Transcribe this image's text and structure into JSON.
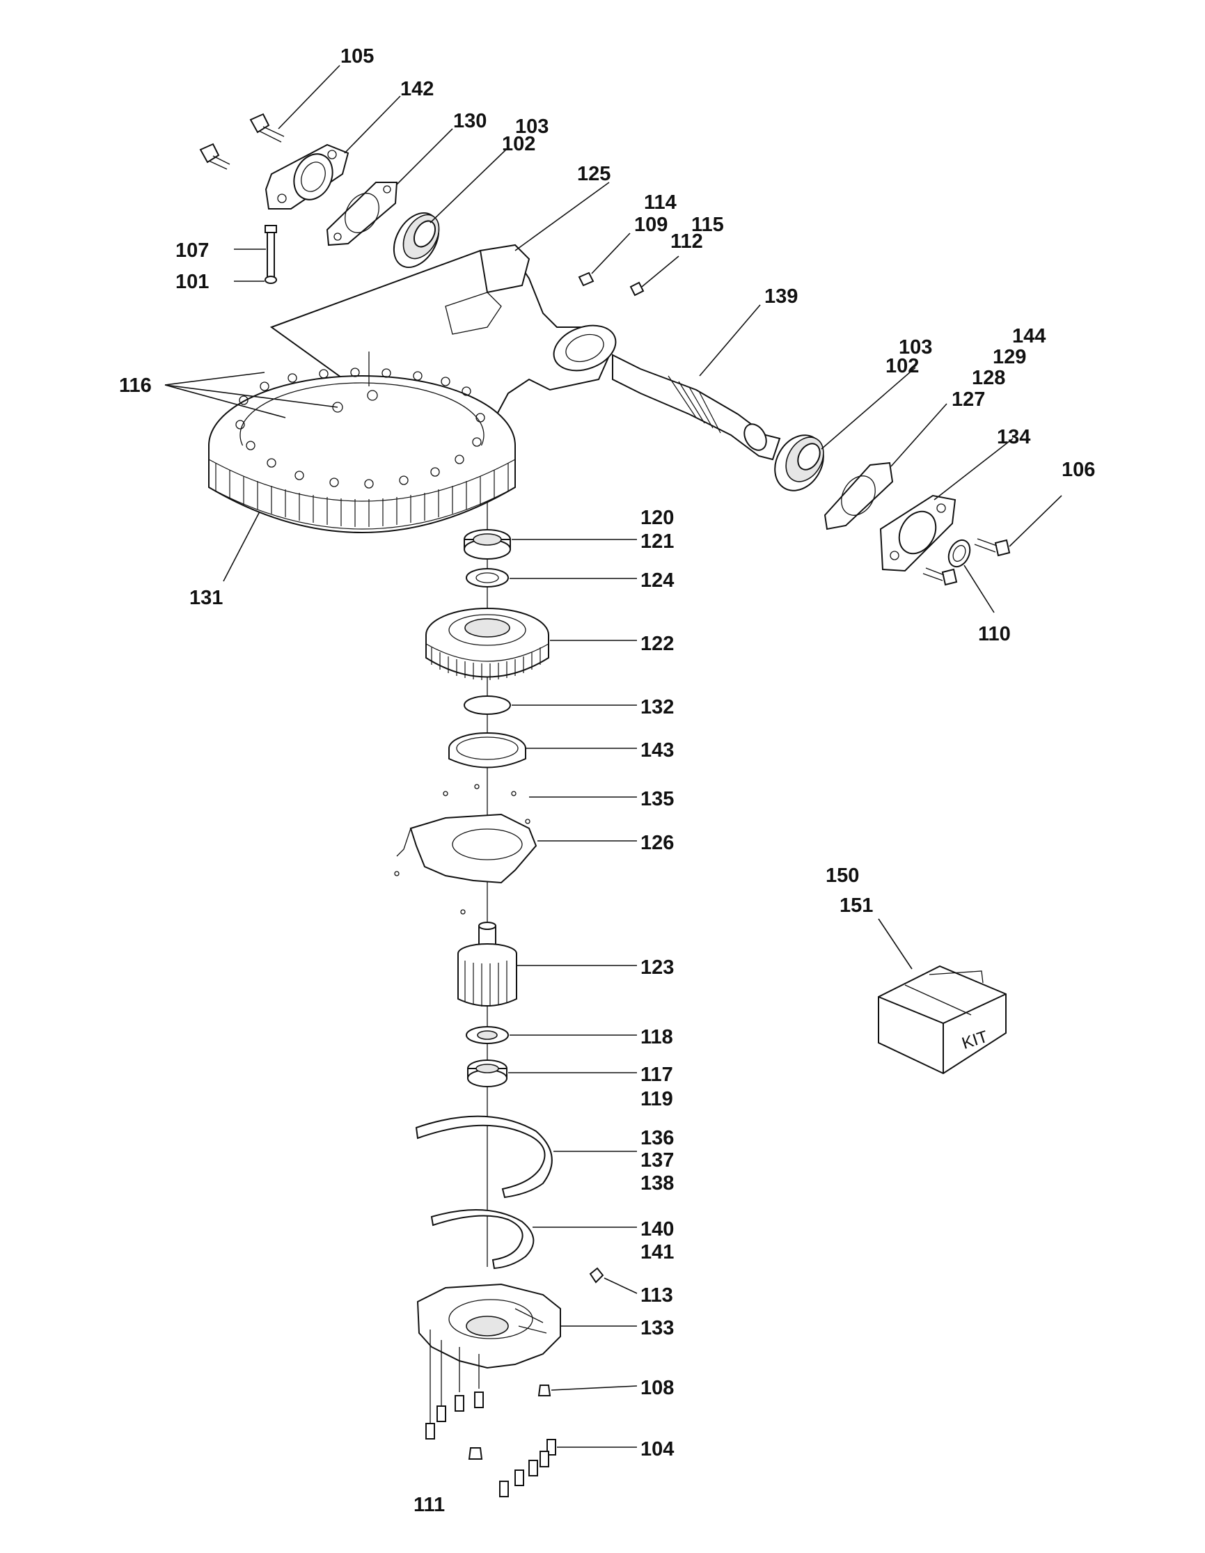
{
  "labels": {
    "l101": "101",
    "l102a": "102",
    "l102b": "102",
    "l103a": "103",
    "l103b": "103",
    "l104": "104",
    "l105": "105",
    "l106": "106",
    "l107": "107",
    "l108": "108",
    "l109": "109",
    "l110": "110",
    "l111": "111",
    "l112": "112",
    "l113": "113",
    "l114": "114",
    "l115": "115",
    "l116": "116",
    "l117": "117",
    "l118": "118",
    "l119": "119",
    "l120": "120",
    "l121": "121",
    "l122": "122",
    "l123": "123",
    "l124": "124",
    "l125": "125",
    "l126": "126",
    "l127": "127",
    "l128": "128",
    "l129": "129",
    "l130": "130",
    "l131": "131",
    "l132": "132",
    "l133": "133",
    "l134": "134",
    "l135": "135",
    "l136": "136",
    "l137": "137",
    "l138": "138",
    "l139": "139",
    "l140": "140",
    "l141": "141",
    "l142": "142",
    "l143": "143",
    "l144": "144",
    "l150": "150",
    "l151": "151"
  },
  "kit_box": {
    "text": "KIT"
  },
  "icons": {
    "kit_box": "kit-box-icon"
  }
}
